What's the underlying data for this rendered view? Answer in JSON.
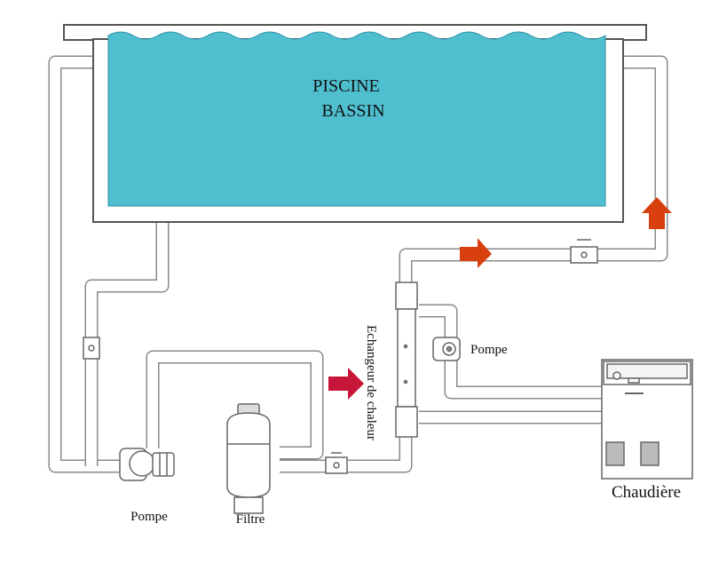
{
  "pool": {
    "line1": "PISCINE",
    "line2": "BASSIN",
    "water_color": "#4fbfd0"
  },
  "labels": {
    "main_pump": "Pompe",
    "filter": "Filtre",
    "heat_exchanger": "Echangeur de chaleur",
    "circulator_pump": "Pompe",
    "boiler": "Chaudière"
  },
  "colors": {
    "arrow_red": "#c8163a",
    "arrow_orange": "#d9400f"
  }
}
